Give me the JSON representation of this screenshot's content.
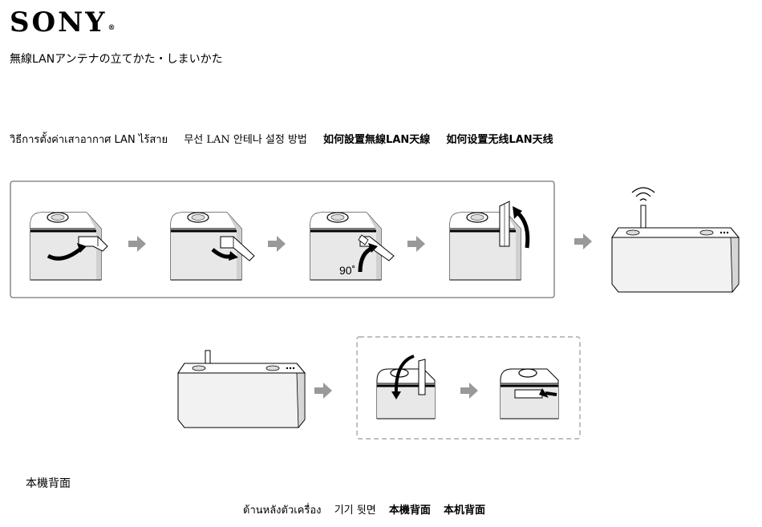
{
  "brand": {
    "name": "SONY",
    "reg_mark": "®"
  },
  "title": "無線LANアンテナの立てかた・しまいかた",
  "languages": [
    {
      "text": "วิธีการตั้งค่าเสาอากาศ LAN ไร้สาย",
      "style": "normal"
    },
    {
      "text": "무선 LAN 안테나 설정 방법",
      "style": "serif"
    },
    {
      "text": "如何設置無線LAN天線",
      "style": "bold"
    },
    {
      "text": "如何设置无线LAN天线",
      "style": "bold"
    }
  ],
  "diagram": {
    "angle_label": "90˚",
    "colors": {
      "arrow": "#999999",
      "box_border": "#777777",
      "dashed_border": "#aaaaaa"
    },
    "icons": [
      "arrow-right-icon",
      "wifi-icon",
      "rotate-arrow-icon"
    ]
  },
  "back_label": "本機背面",
  "back_languages": [
    {
      "text": "ด้านหลังตัวเครื่อง",
      "style": "normal"
    },
    {
      "text": "기기 뒷면",
      "style": "normal"
    },
    {
      "text": "本機背面",
      "style": "bold"
    },
    {
      "text": "本机背面",
      "style": "bold"
    }
  ]
}
